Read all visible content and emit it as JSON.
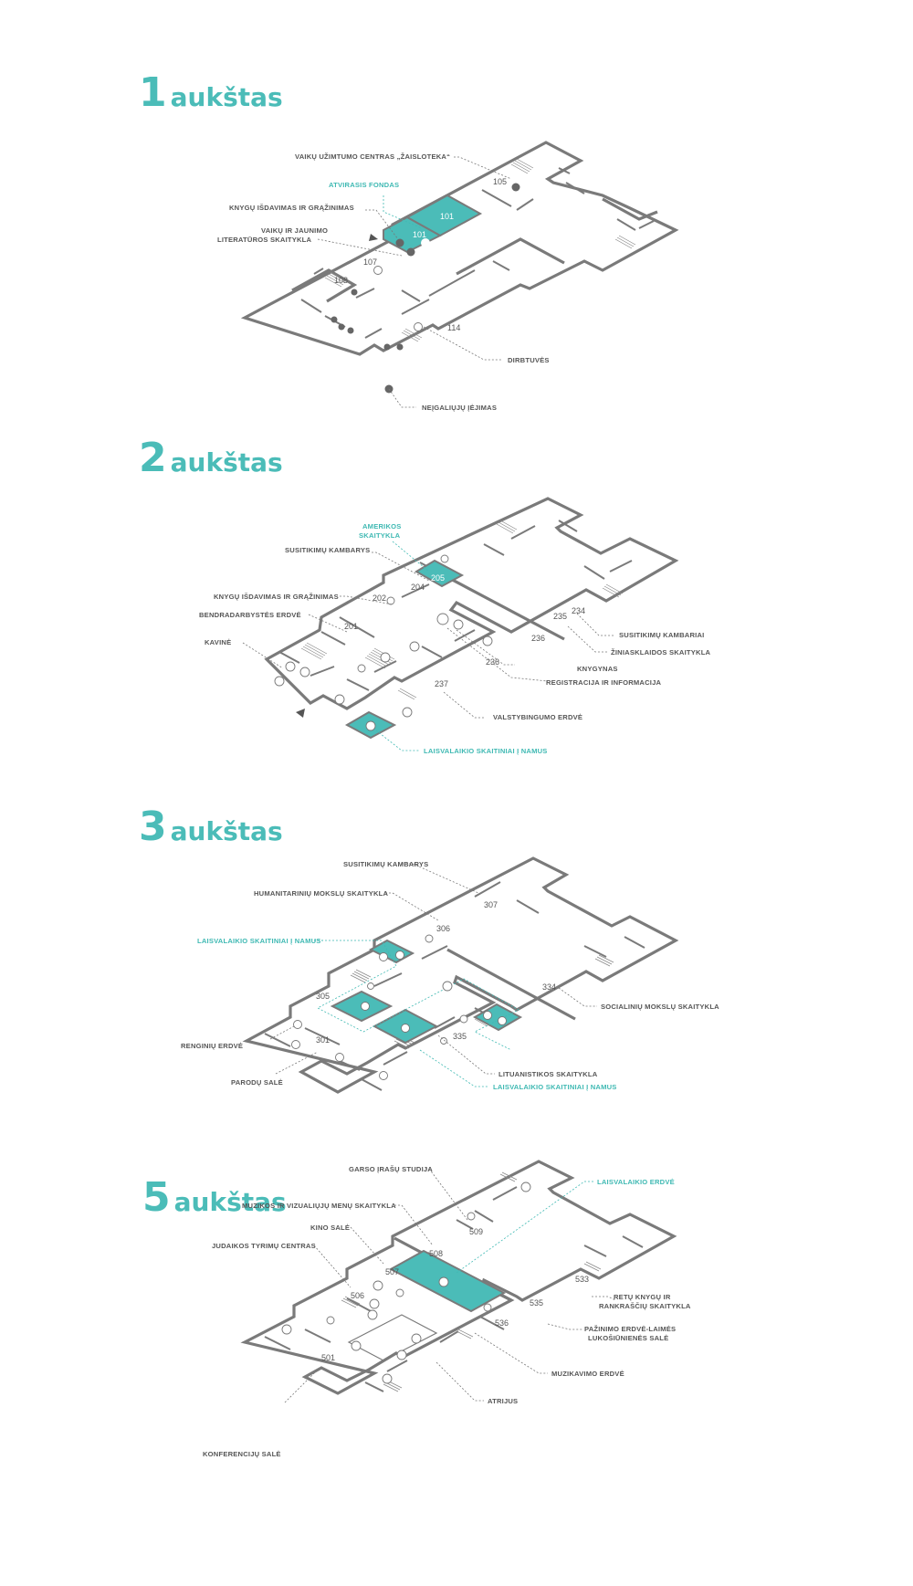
{
  "colors": {
    "accent": "#4bbcb8",
    "wall": "#7a7a7a",
    "label": "#555555"
  },
  "floors": [
    {
      "number": "1",
      "word": "aukštas",
      "labels": [
        "VAIKŲ UŽIMTUMO CENTRAS „ŽAISLOTEKA“",
        "ATVIRASIS FONDAS",
        "KNYGŲ IŠDAVIMAS IR GRĄŽINIMAS",
        "VAIKŲ IR JAUNIMO",
        "LITERATŪROS SKAITYKLA",
        "DIRBTUVĖS",
        "NEĮGALIŲJŲ ĮĖJIMAS"
      ],
      "rooms": [
        "105",
        "101",
        "101",
        "107",
        "108",
        "114"
      ]
    },
    {
      "number": "2",
      "word": "aukštas",
      "labels": [
        "AMERIKOS",
        "SKAITYKLA",
        "SUSITIKIMŲ KAMBARYS",
        "KNYGŲ IŠDAVIMAS IR GRĄŽINIMAS",
        "BENDRADARBYSTĖS ERDVĖ",
        "KAVINĖ",
        "SUSITIKIMŲ KAMBARIAI",
        "ŽINIASKLAIDOS SKAITYKLA",
        "KNYGYNAS",
        "REGISTRACIJA IR INFORMACIJA",
        "VALSTYBINGUMO ERDVĖ",
        "LAISVALAIKIO SKAITINIAI Į NAMUS"
      ],
      "rooms": [
        "205",
        "204",
        "202",
        "201",
        "235",
        "234",
        "236",
        "236",
        "237"
      ]
    },
    {
      "number": "3",
      "word": "aukštas",
      "labels": [
        "SUSITIKIMŲ KAMBARYS",
        "HUMANITARINIŲ MOKSLŲ SKAITYKLA",
        "LAISVALAIKIO SKAITINIAI Į NAMUS",
        "SOCIALINIŲ MOKSLŲ SKAITYKLA",
        "RENGINIŲ ERDVĖ",
        "PARODŲ SALĖ",
        "LITUANISTIKOS SKAITYKLA",
        "LAISVALAIKIO SKAITINIAI Į NAMUS"
      ],
      "rooms": [
        "307",
        "306",
        "305",
        "301",
        "334",
        "335"
      ]
    },
    {
      "number": "5",
      "word": "aukštas",
      "labels": [
        "GARSO ĮRAŠŲ STUDIJA",
        "LAISVALAIKIO ERDVĖ",
        "MUZIKOS IR VIZUALIŲJŲ MENŲ SKAITYKLA",
        "KINO SALĖ",
        "JUDAIKOS TYRIMŲ CENTRAS",
        "RETŲ KNYGŲ IR",
        "RANKRAŠČIŲ SKAITYKLA",
        "PAŽINIMO ERDVĖ-LAIMĖS",
        "LUKOŠIŪNIENĖS SALĖ",
        "MUZIKAVIMO ERDVĖ",
        "ATRIJUS",
        "KONFERENCIJŲ SALĖ"
      ],
      "rooms": [
        "509",
        "508",
        "507",
        "506",
        "533",
        "535",
        "536",
        "501"
      ]
    }
  ]
}
